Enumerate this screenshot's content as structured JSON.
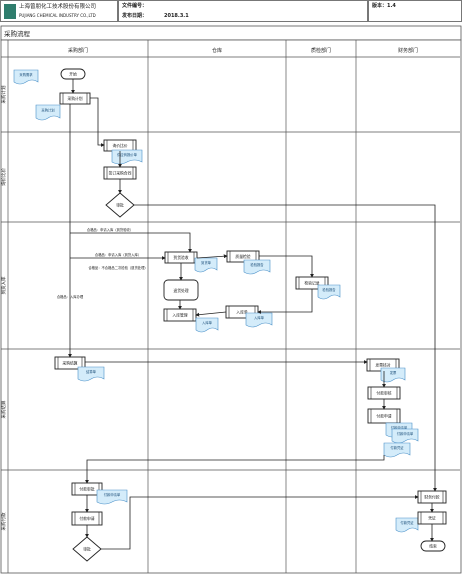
{
  "header": {
    "company_cn": "上海曾朋化工技术股份有限公司",
    "company_en": "PUJIANG CHEMICAL INDUSTRY CO.,LTD",
    "doc_no_label": "文件编号：",
    "date_label": "发布日期：",
    "date_value": "2018.3.1",
    "version": "版本：1.4"
  },
  "diagram": {
    "title": "采购流程",
    "lanes": [
      "采购部门",
      "仓库",
      "质检部门",
      "财务部门"
    ],
    "phases": [
      "采购计划",
      "询价比价",
      "到货入库",
      "采购结算",
      "采购付款"
    ],
    "conditions": [
      "合格品：申请入库（到货验收）",
      "合格品：申请入库（到货入库）",
      "合格品：不合格品二次检验（退货处理）",
      "合格品：入库办理"
    ],
    "nodes": {
      "start": "开始",
      "plan": "采购计划",
      "inquiry": "询价比价",
      "contract": "签订采购合同",
      "approve": "审批",
      "receive": "到货验收",
      "inspect": "质量检验",
      "return": "退货处理",
      "stockin": "入库管理",
      "check": "检验记录",
      "warehouse": "入库单",
      "settle": "采购结算",
      "invoice": "发票核对",
      "verify": "付款审核",
      "apply_pay": "付款申请",
      "pay_approve": "付款审批",
      "pay_judge": "审批",
      "payment": "财务付款",
      "voucher": "凭证",
      "end": "结束"
    },
    "docs": {
      "d_plan_req": "采购需求",
      "d_plan": "采购计划",
      "d_quote": "供应商报价单",
      "d_recv": "到货单",
      "d_check": "检验报告",
      "d_in": "入库单",
      "d_settle": "结算单",
      "d_inv": "发票",
      "d_pay": "付款申请单",
      "d_voucher": "付款凭证"
    }
  },
  "colors": {
    "line": "#222222",
    "doc_fill": "#d4ecfa",
    "doc_stroke": "#4a90c8",
    "grid": "#555555"
  }
}
